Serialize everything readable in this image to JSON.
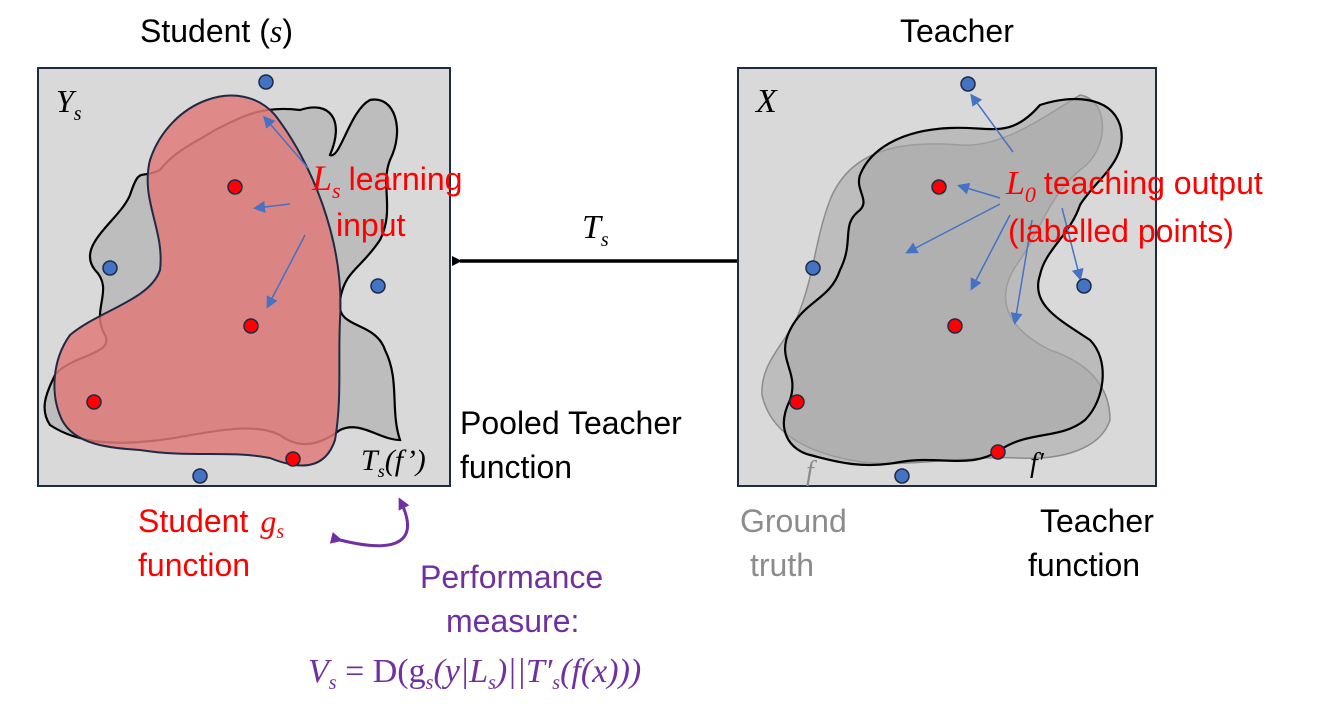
{
  "student": {
    "title_prefix": "Student (",
    "title_var": "s",
    "title_suffix": ")",
    "space_symbol": "Y",
    "space_sub": "s",
    "learning_symbol": "L",
    "learning_sub": "s",
    "learning_word": "learning",
    "learning_word2": "input",
    "pooled_symbol": "T",
    "pooled_sub": "s",
    "pooled_arg": "(f’)",
    "pooled_label_line1": "Pooled Teacher",
    "pooled_label_line2": "function",
    "student_fn_line1": "Student",
    "student_fn_symbol": "g",
    "student_fn_sub": "s",
    "student_fn_line2": "function"
  },
  "teacher": {
    "title": "Teacher",
    "space_symbol": "X",
    "teaching_symbol": "L",
    "teaching_sub": "0",
    "teaching_line1": "teaching output",
    "teaching_line2": "(labelled points)",
    "ground_truth_symbol": "f",
    "ground_truth_line1": "Ground",
    "ground_truth_line2": "truth",
    "teacher_fn_symbol": "f′",
    "teacher_fn_line1": "Teacher",
    "teacher_fn_line2": "function"
  },
  "arrow": {
    "symbol": "T",
    "sub": "s"
  },
  "performance": {
    "line1": "Performance",
    "line2": "measure:",
    "formula_lhs": "V",
    "formula_lhs_sub": "s",
    "formula_rhs": " = D(g",
    "formula_rhs_sub": "s",
    "formula_rest": "(y|L",
    "formula_rest_sub": "s",
    "formula_tail": ")||T′",
    "formula_tail_sub": "s",
    "formula_end": "(f(x)))"
  },
  "colors": {
    "panel_fill": "#d9d9d9",
    "panel_border": "#1f2a44",
    "student_region": "#e07a7a",
    "teacher_region": "#a6a6a6",
    "red_text": "#ff0000",
    "purple_text": "#7030a0",
    "gray_text": "#8c8c8c",
    "blue_point": "#4472c4",
    "red_point": "#ff0000",
    "arrow_blue": "#4472c4"
  }
}
